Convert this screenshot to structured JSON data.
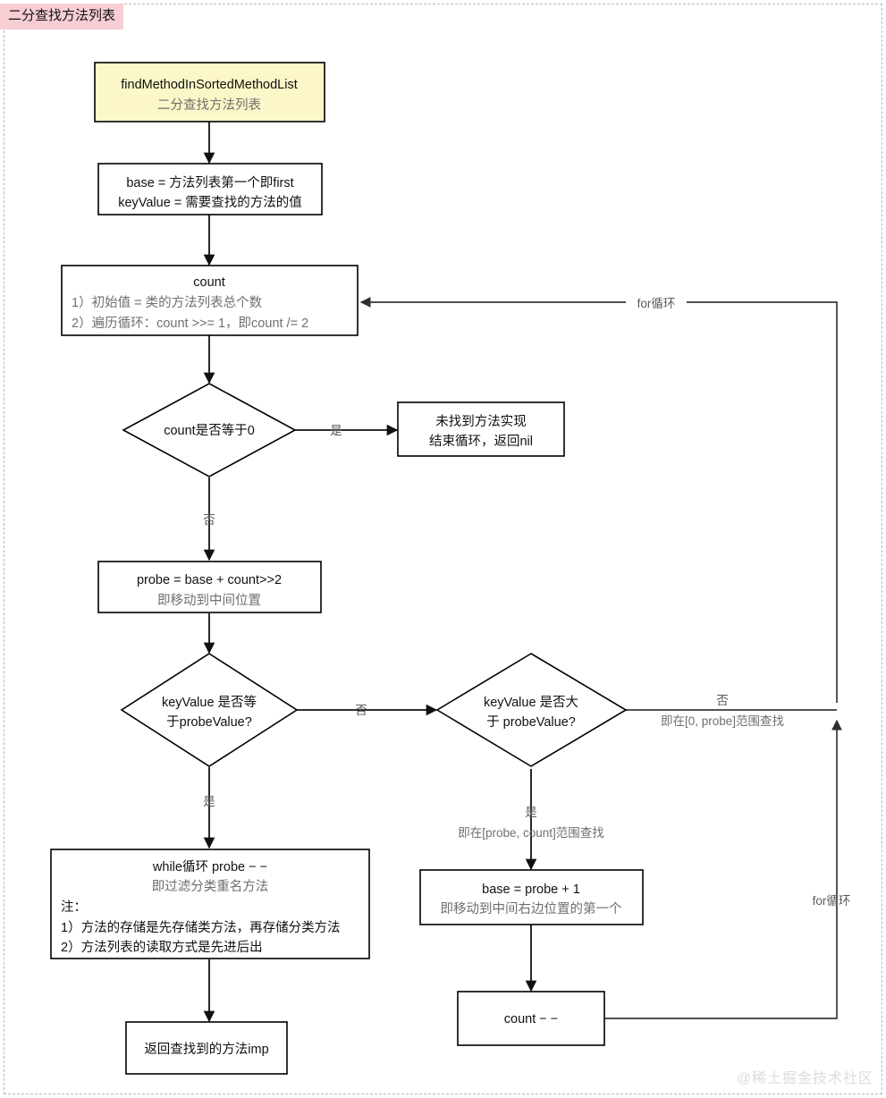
{
  "page": {
    "title_tag": "二分查找方法列表",
    "watermark": "@稀土掘金技术社区",
    "background": "#ffffff",
    "frame_style": "dashed",
    "accent_tag_color": "#f8ced5",
    "start_node_color": "#fbf7c8"
  },
  "chart_data": {
    "type": "diagram",
    "diagram_kind": "flowchart",
    "title": "二分查找方法列表",
    "nodes": [
      {
        "id": "start",
        "shape": "rect",
        "fill": "#fbf7c8",
        "lines": [
          {
            "text": "findMethodInSortedMethodList",
            "style": "main"
          },
          {
            "text": "二分查找方法列表",
            "style": "sub"
          }
        ]
      },
      {
        "id": "init",
        "shape": "rect",
        "fill": "#ffffff",
        "lines": [
          {
            "text": "base = 方法列表第一个即first",
            "style": "main"
          },
          {
            "text": "keyValue = 需要查找的方法的值",
            "style": "main"
          }
        ]
      },
      {
        "id": "count",
        "shape": "rect",
        "fill": "#ffffff",
        "lines": [
          {
            "text": "count",
            "style": "main-center"
          },
          {
            "text": "1）初始值 = 类的方法列表总个数",
            "style": "sub-left"
          },
          {
            "text": "2）遍历循环：count >>= 1，即count /= 2",
            "style": "sub-left"
          }
        ]
      },
      {
        "id": "count-zero",
        "shape": "diamond",
        "fill": "#ffffff",
        "lines": [
          {
            "text": "count是否等于0",
            "style": "main"
          }
        ]
      },
      {
        "id": "not-found",
        "shape": "rect",
        "fill": "#ffffff",
        "lines": [
          {
            "text": "未找到方法实现",
            "style": "main"
          },
          {
            "text": "结束循环，返回nil",
            "style": "main"
          }
        ]
      },
      {
        "id": "probe",
        "shape": "rect",
        "fill": "#ffffff",
        "lines": [
          {
            "text": "probe = base + count>>2",
            "style": "main"
          },
          {
            "text": "即移动到中间位置",
            "style": "sub"
          }
        ]
      },
      {
        "id": "key-eq",
        "shape": "diamond",
        "fill": "#ffffff",
        "lines": [
          {
            "text": "keyValue 是否等",
            "style": "main"
          },
          {
            "text": "于probeValue?",
            "style": "main"
          }
        ]
      },
      {
        "id": "key-gt",
        "shape": "diamond",
        "fill": "#ffffff",
        "lines": [
          {
            "text": "keyValue 是否大",
            "style": "main"
          },
          {
            "text": "于 probeValue?",
            "style": "main"
          }
        ]
      },
      {
        "id": "while-loop",
        "shape": "rect",
        "fill": "#ffffff",
        "lines": [
          {
            "text": "while循环 probe − −",
            "style": "main-center"
          },
          {
            "text": "即过滤分类重名方法",
            "style": "sub-center"
          },
          {
            "text": "注：",
            "style": "main-left"
          },
          {
            "text": "1）方法的存储是先存储类方法，再存储分类方法",
            "style": "main-left"
          },
          {
            "text": "2）方法列表的读取方式是先进后出",
            "style": "main-left"
          }
        ]
      },
      {
        "id": "return-imp",
        "shape": "rect",
        "fill": "#ffffff",
        "lines": [
          {
            "text": "返回查找到的方法imp",
            "style": "main"
          }
        ]
      },
      {
        "id": "base-probe",
        "shape": "rect",
        "fill": "#ffffff",
        "lines": [
          {
            "text": "base = probe + 1",
            "style": "main"
          },
          {
            "text": "即移动到中间右边位置的第一个",
            "style": "sub"
          }
        ]
      },
      {
        "id": "count-dec",
        "shape": "rect",
        "fill": "#ffffff",
        "lines": [
          {
            "text": "count − −",
            "style": "main"
          }
        ]
      }
    ],
    "edges": [
      {
        "from": "start",
        "to": "init",
        "label": ""
      },
      {
        "from": "init",
        "to": "count",
        "label": ""
      },
      {
        "from": "count",
        "to": "count-zero",
        "label": ""
      },
      {
        "from": "count-zero",
        "to": "not-found",
        "label": "是"
      },
      {
        "from": "count-zero",
        "to": "probe",
        "label": "否"
      },
      {
        "from": "probe",
        "to": "key-eq",
        "label": ""
      },
      {
        "from": "key-eq",
        "to": "key-gt",
        "label": "否"
      },
      {
        "from": "key-eq",
        "to": "while-loop",
        "label": "是"
      },
      {
        "from": "while-loop",
        "to": "return-imp",
        "label": ""
      },
      {
        "from": "key-gt",
        "to": "base-probe",
        "label": "是",
        "label2": "即在[probe, count]范围查找"
      },
      {
        "from": "key-gt",
        "to": "count-loop-right",
        "label": "否",
        "label2": "即在[0, probe]范围查找"
      },
      {
        "from": "base-probe",
        "to": "count-dec",
        "label": ""
      },
      {
        "from": "count-dec",
        "to": "count",
        "label": "for循环"
      }
    ],
    "edge_labels": {
      "top_loop": "for循环",
      "right_loop": "for循环",
      "yes": "是",
      "no": "否",
      "range_left": "即在[0, probe]范围查找",
      "range_right": "即在[probe, count]范围查找"
    }
  }
}
